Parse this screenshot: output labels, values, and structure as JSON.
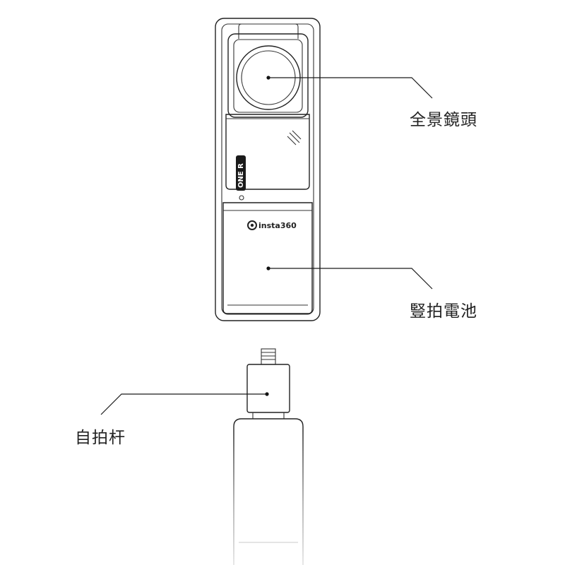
{
  "labels": {
    "lens": "全景鏡頭",
    "battery": "豎拍電池",
    "stick": "自拍杆"
  },
  "device": {
    "model_badge": "ONE R",
    "brand": "insta360"
  },
  "icons": [
    "brand-logo-icon",
    "wifi-signal-icon",
    "status-led-icon"
  ],
  "colors": {
    "stroke": "#222222",
    "background": "#ffffff"
  }
}
